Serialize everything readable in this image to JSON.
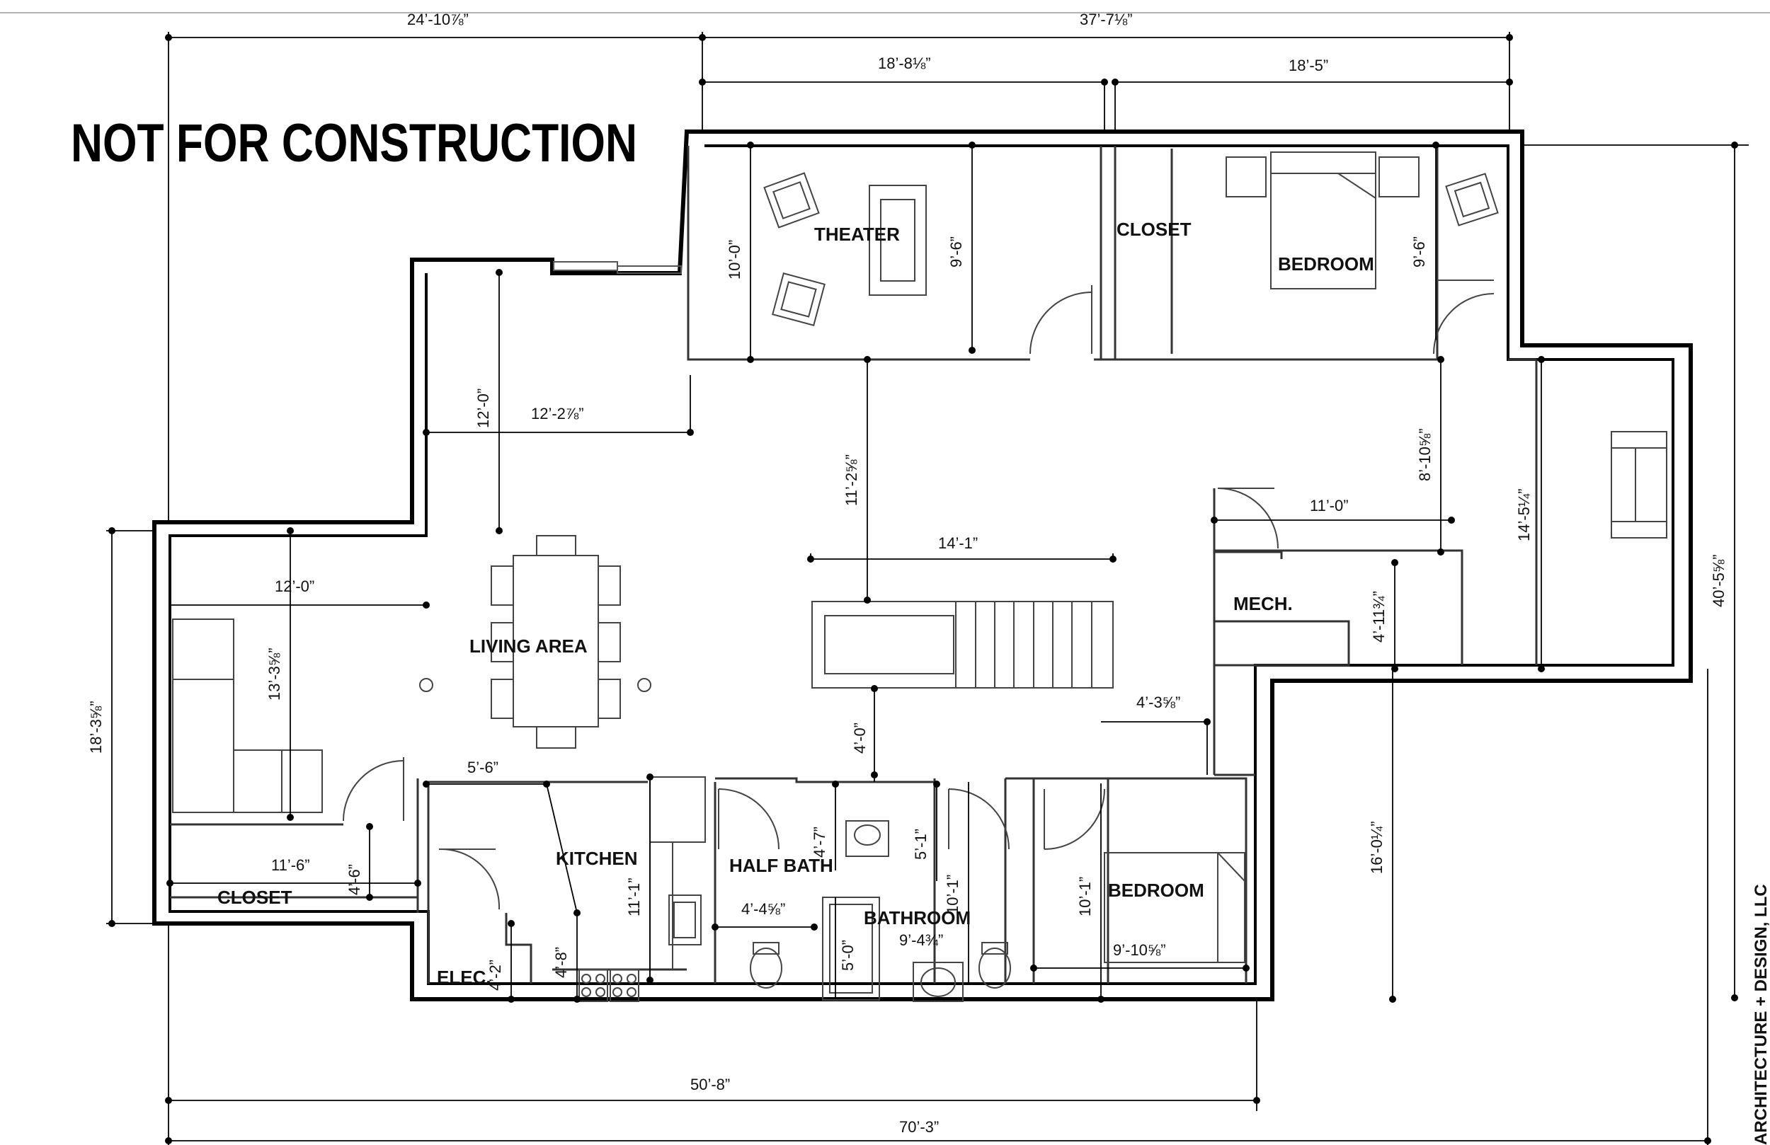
{
  "banner": "NOT FOR CONSTRUCTION",
  "watermark": "ARCHITECTURE + DESIGN, LLC",
  "rooms": {
    "theater": "THEATER",
    "closet_top": "CLOSET",
    "bedroom_top": "BEDROOM",
    "living_area": "LIVING AREA",
    "mech": "MECH.",
    "kitchen": "KITCHEN",
    "half_bath": "HALF BATH",
    "bathroom": "BATHROOM",
    "bedroom_bottom": "BEDROOM",
    "closet_left": "CLOSET",
    "elec": "ELEC."
  },
  "dimensions": {
    "top_left": "24’-10⅞”",
    "top_right": "37’-7⅛”",
    "theater_width": "18’-8⅛”",
    "bedroom_width": "18’-5”",
    "theater_depth": "10’-0”",
    "theater_inner": "9’-6”",
    "bedroom_inner": "9’-6”",
    "entry_depth": "12’-0”",
    "entry_width": "12’-2⅞”",
    "hall_depth": "11’-2⅝”",
    "right_upper": "8’-10⅝”",
    "stair_width": "14’-1”",
    "mech_width": "11’-0”",
    "right_room_depth": "14’-5¼”",
    "overall_depth": "40’-5⅝”",
    "living_width": "12’-0”",
    "living_depth": "13’-3⅝”",
    "left_depth": "18’-3⅝”",
    "mech_depth": "4’-11¾”",
    "mech_offset": "4’-3⅝”",
    "stair_to_bath": "4’-0”",
    "kitchen_width": "5’-6”",
    "closet_width": "11’-6”",
    "closet_depth": "4’-6”",
    "half_bath_depth": "4’-7”",
    "bath_sink_depth": "5’-1”",
    "kitchen_depth": "11’-1”",
    "bath_depth": "10’-1”",
    "bedroom_depth": "10’-1”",
    "lower_right_depth": "16’-0¼”",
    "half_bath_width": "4’-4⅝”",
    "bath_width": "9’-4¾”",
    "bedroom_width_bottom": "9’-10⅝”",
    "tub_depth": "5’-0”",
    "elec_depth": "4’-2”",
    "kitchen_counter": "4’-8”",
    "lower_width": "50’-8”",
    "overall_width": "70’-3”"
  }
}
